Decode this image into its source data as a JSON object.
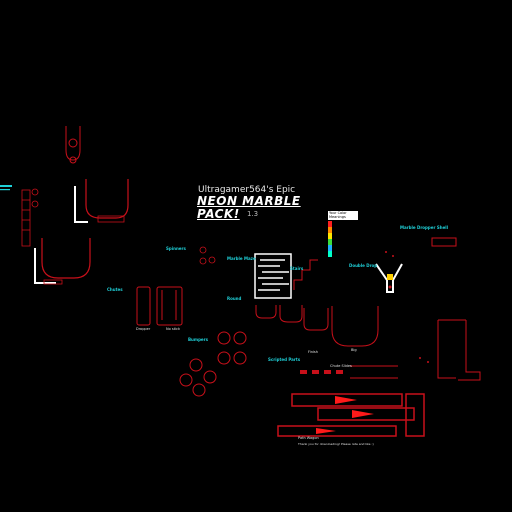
{
  "title": {
    "line1": "Ultragamer564's Epic",
    "line2": "NEON MARBLE",
    "line3": "PACK!",
    "version": "1.3"
  },
  "legend": {
    "header1": "Your Color",
    "header2": "Meanings"
  },
  "labels": {
    "dropper_left": "Dropper",
    "no_stick": "No stick",
    "finish": "Finish",
    "round": "Round",
    "chutes": "Chutes",
    "marble_maze": "Marble Maze",
    "stairs": "Stairs",
    "spinners": "Spinners",
    "double_drop": "Double Drop",
    "bumpers": "Bumpers",
    "scripted_parts": "Scripted Parts",
    "marble_dropper": "Marble Dropper Shell",
    "big": "Big",
    "chute_slides": "Chute Slides",
    "path_wagon": "Path Wagon",
    "credits": "Thank you for downloading! Please rate and like :)"
  },
  "colors": {
    "background": "#000000",
    "neon_red": "#c8101a",
    "cyan": "#1fd0d8",
    "white": "#ffffff",
    "legend_swatches": [
      "#ff2020",
      "#ff8a00",
      "#ffe600",
      "#3cdc3c",
      "#20b0ff",
      "#00ffc8"
    ]
  }
}
